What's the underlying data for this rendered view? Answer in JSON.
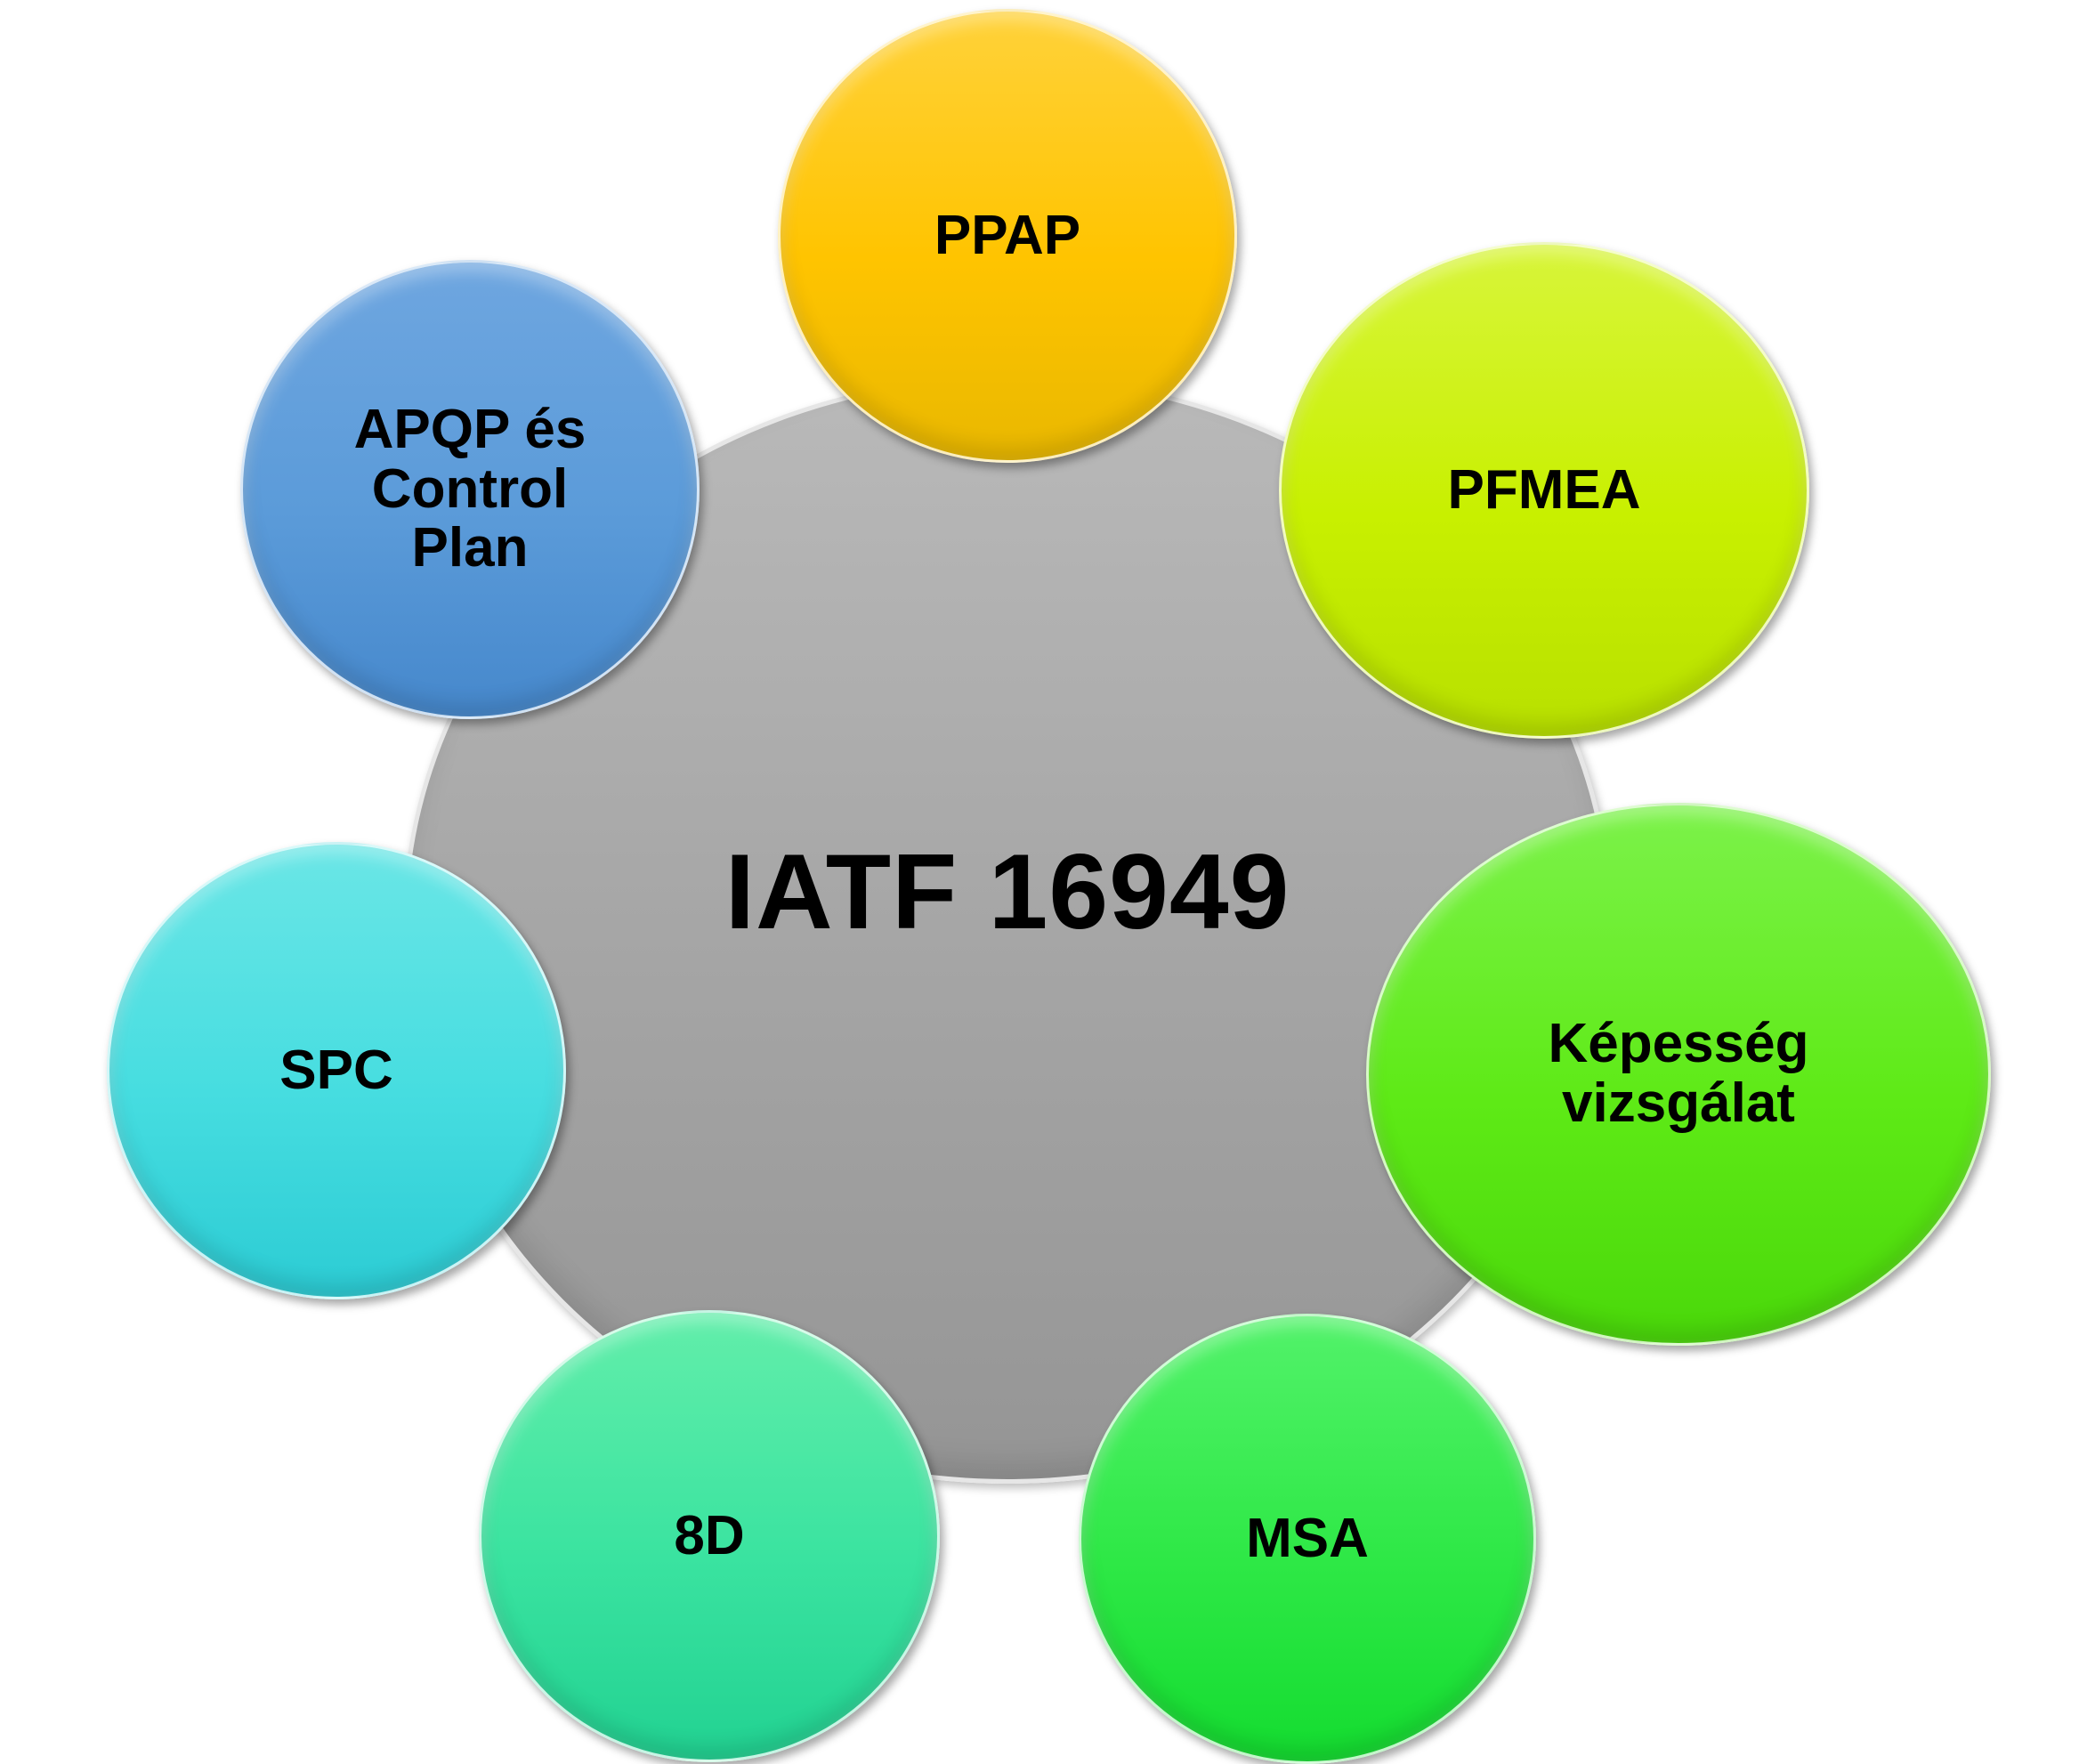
{
  "diagram": {
    "center": {
      "label": "IATF 16949",
      "color": "#a6a6a6"
    },
    "satellites": [
      {
        "id": "ppap",
        "label": "PPAP",
        "color": "#ffc400"
      },
      {
        "id": "pfmea",
        "label": "PFMEA",
        "color": "#c8f000"
      },
      {
        "id": "kep",
        "label": "Képesség\nvizsgálat",
        "color": "#5eea16"
      },
      {
        "id": "msa",
        "label": "MSA",
        "color": "#2ee846"
      },
      {
        "id": "8d",
        "label": "8D",
        "color": "#3ae3a0"
      },
      {
        "id": "spc",
        "label": "SPC",
        "color": "#46dde0"
      },
      {
        "id": "apqp",
        "label": "APQP és\nControl\nPlan",
        "color": "#5b9bd9"
      }
    ]
  }
}
